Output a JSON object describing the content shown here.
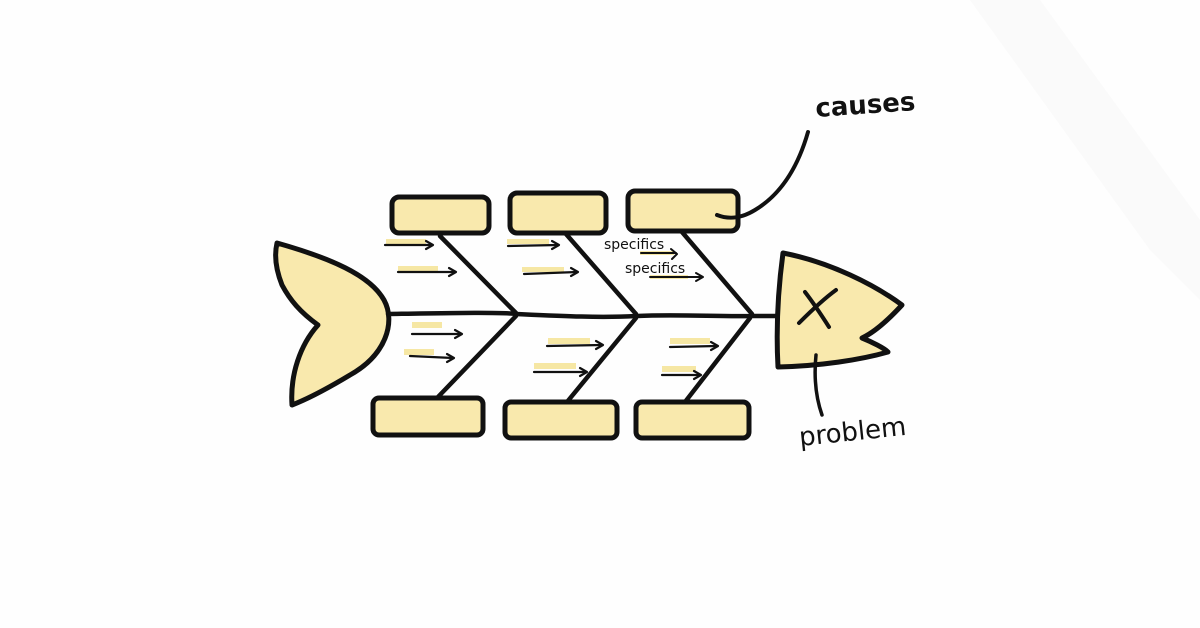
{
  "diagram": {
    "type": "fishbone (Ishikawa) diagram",
    "style": "hand-drawn",
    "colors": {
      "background": "#fefefe",
      "ink": "#111111",
      "fill": "#f9e9ad",
      "highlight": "#f6e7a4"
    },
    "labels": {
      "causes": "causes",
      "problem": "problem",
      "problem_marker": "X",
      "specifics_1": "specifics",
      "specifics_2": "specifics"
    },
    "head": {
      "label": "X",
      "annotation": "problem"
    },
    "tail": {
      "shape": "fish-tail"
    },
    "top_causes": [
      {
        "id": "cause-top-1",
        "label": ""
      },
      {
        "id": "cause-top-2",
        "label": ""
      },
      {
        "id": "cause-top-3",
        "label": ""
      }
    ],
    "bottom_causes": [
      {
        "id": "cause-bottom-1",
        "label": ""
      },
      {
        "id": "cause-bottom-2",
        "label": ""
      },
      {
        "id": "cause-bottom-3",
        "label": ""
      }
    ]
  }
}
